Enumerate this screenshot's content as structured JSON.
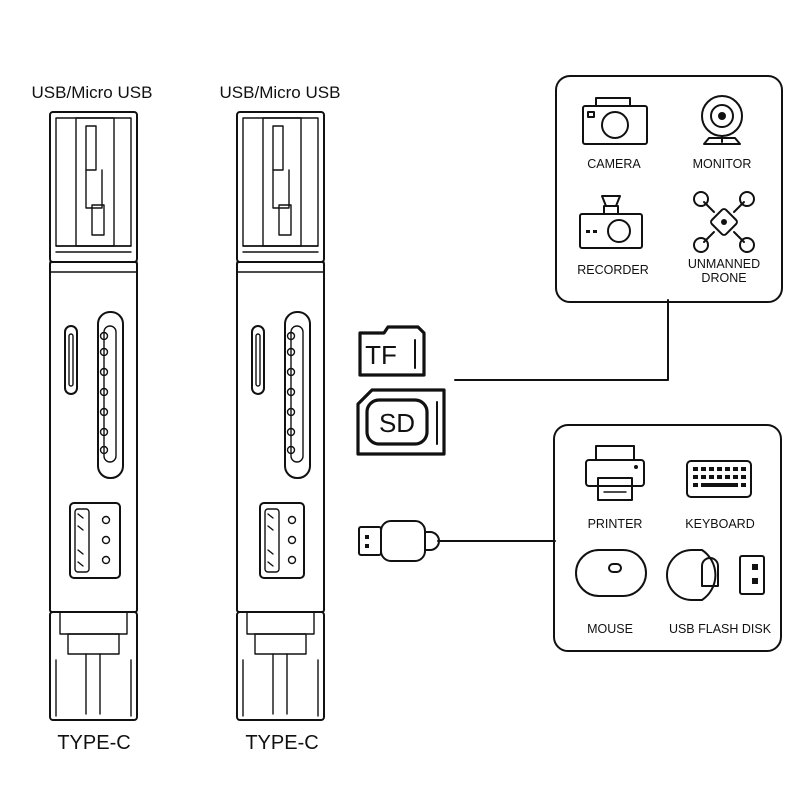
{
  "readers": [
    {
      "top_label": "USB/Micro USB",
      "bottom_label": "TYPE-C"
    },
    {
      "top_label": "USB/Micro USB",
      "bottom_label": "TYPE-C"
    }
  ],
  "cards": {
    "tf": "TF",
    "sd": "SD"
  },
  "card_devices": {
    "items": [
      {
        "label": "CAMERA",
        "icon": "camera-icon"
      },
      {
        "label": "MONITOR",
        "icon": "webcam-icon"
      },
      {
        "label": "RECORDER",
        "icon": "dashcam-icon"
      },
      {
        "label_lines": [
          "UNMANNED",
          "DRONE"
        ],
        "icon": "drone-icon"
      }
    ]
  },
  "usb_devices": {
    "items": [
      {
        "label": "PRINTER",
        "icon": "printer-icon"
      },
      {
        "label": "KEYBOARD",
        "icon": "keyboard-icon"
      },
      {
        "label": "MOUSE",
        "icon": "mouse-icon"
      },
      {
        "label": "USB FLASH DISK",
        "icon": "usb-flash-disk-icon"
      }
    ]
  }
}
